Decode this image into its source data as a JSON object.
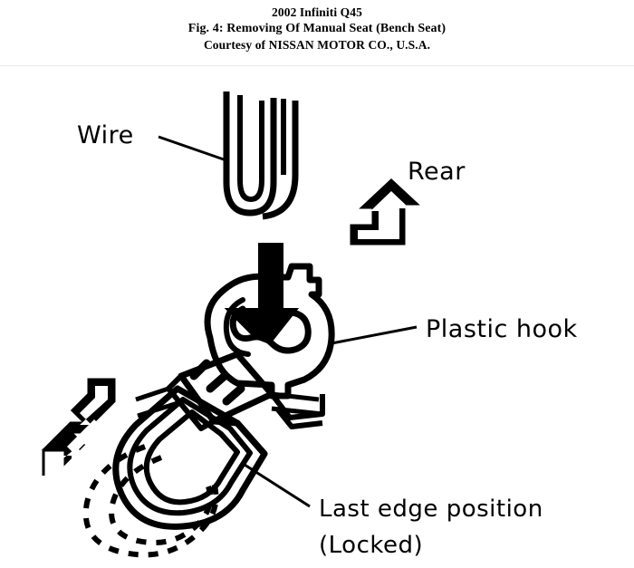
{
  "header": {
    "line1": "2002 Infiniti Q45",
    "line2": "Fig. 4: Removing Of Manual Seat (Bench Seat)",
    "line3": "Courtesy of NISSAN MOTOR CO., U.S.A."
  },
  "diagram": {
    "title": "Removing Of Manual Seat (Bench Seat)",
    "background_color": "#ffffff",
    "line_color": "#000000",
    "labels": {
      "wire": "Wire",
      "rear": "Rear",
      "plastic_hook": "Plastic hook",
      "last_edge_position": "Last edge position",
      "locked": "(Locked)"
    },
    "parts": [
      {
        "name": "wire",
        "label": "Wire",
        "shape": "u-shaped-hairpin-wire"
      },
      {
        "name": "plastic-hook",
        "label": "Plastic hook",
        "shape": "molded-hook-body-with-claw"
      },
      {
        "name": "hook-ring",
        "label": "Last edge position (Locked)",
        "shape": "d-ring-latch"
      },
      {
        "name": "ghost-ring",
        "label": "",
        "shape": "dashed-rotated-position"
      }
    ],
    "arrows": [
      {
        "name": "rear-direction-arrow",
        "style": "outline",
        "direction": "up-right",
        "label": "Rear"
      },
      {
        "name": "insertion-arrow",
        "style": "solid-black",
        "direction": "down",
        "label": ""
      },
      {
        "name": "swing-motion-arrow",
        "style": "outline",
        "direction": "double-headed-diagonal",
        "label": ""
      }
    ]
  }
}
